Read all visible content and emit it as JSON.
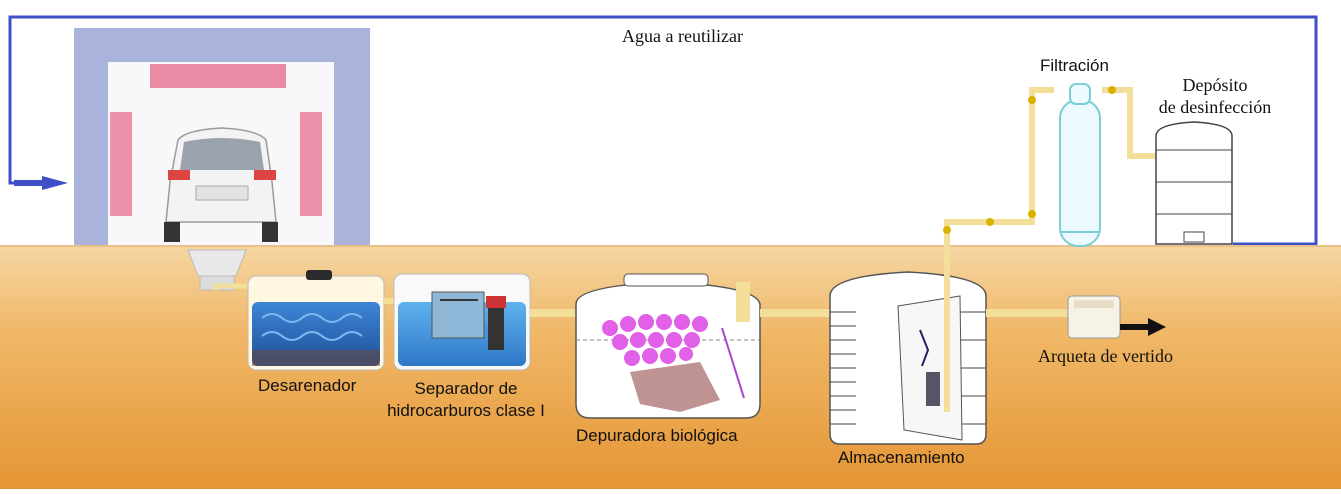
{
  "labels": {
    "reuse_water": "Agua a reutilizar",
    "filtration": "Filtración",
    "disinfection_line1": "Depósito",
    "disinfection_line2": "de desinfección",
    "sand_trap": "Desarenador",
    "separator_line1": "Separador de",
    "separator_line2": "hidrocarburos clase I",
    "bio_plant": "Depuradora biológica",
    "storage": "Almacenamiento",
    "discharge": "Arqueta de vertido"
  },
  "colors": {
    "ground_top": "#f3c98a",
    "ground_bottom": "#e59a3c",
    "return_pipe": "#3f4fc8",
    "pipe": "#f4df9a",
    "water": "#2f78c8",
    "bio_media": "#e060e8",
    "wash_frame": "#aab3dc",
    "wash_brush": "#e87896"
  }
}
